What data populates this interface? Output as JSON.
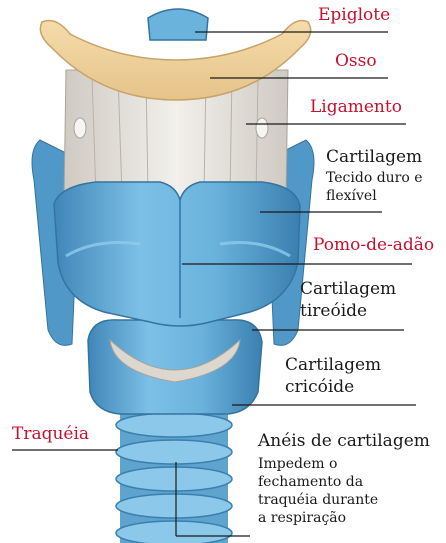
{
  "labels": {
    "epiglote": "Epiglote",
    "osso": "Osso",
    "ligamento": "Ligamento",
    "cartilagem_title": "Cartilagem",
    "cartilagem_desc_1": "Tecido duro e",
    "cartilagem_desc_2": "flexível",
    "pomo": "Pomo-de-adão",
    "tireoide_1": "Cartilagem",
    "tireoide_2": "tireóide",
    "cricoide_1": "Cartilagem",
    "cricoide_2": "cricóide",
    "traqueia": "Traquéia",
    "aneis_title": "Anéis de cartilagem",
    "aneis_desc_1": "Impedem o",
    "aneis_desc_2": "fechamento da",
    "aneis_desc_3": "traquéia durante",
    "aneis_desc_4": "a respiração"
  },
  "colors": {
    "label_red": "#c8102e",
    "label_black": "#1a1a1a",
    "cartilage_blue": "#5fa9d4",
    "bone_beige": "#efcf98",
    "ligament_gray": "#e5e2dc"
  }
}
